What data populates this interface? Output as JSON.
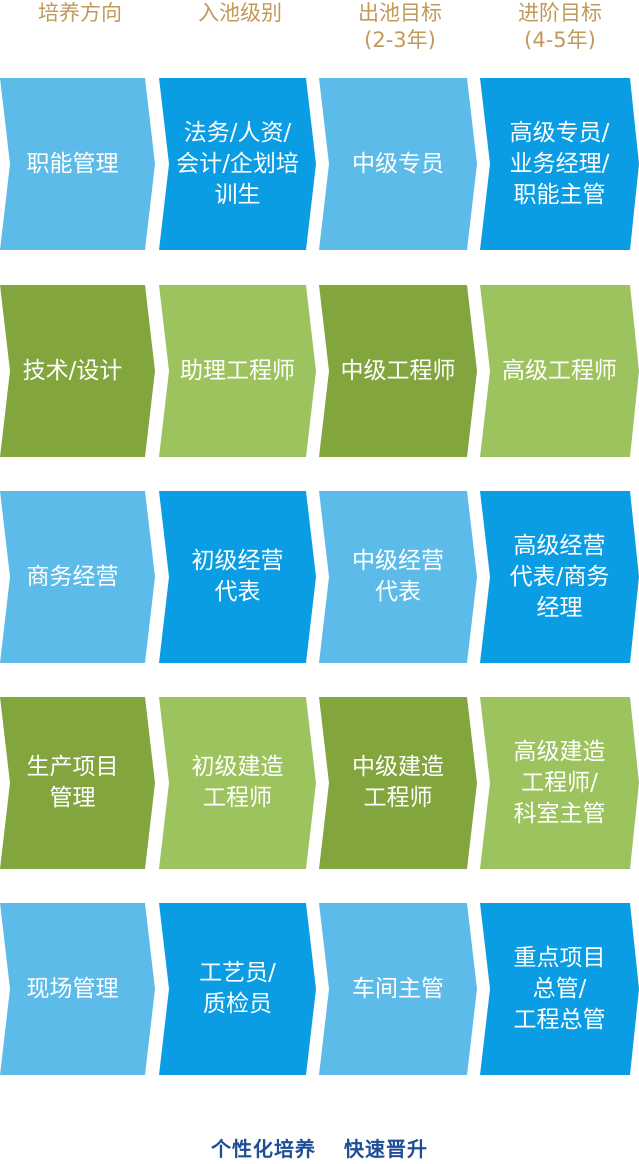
{
  "header": {
    "columns": [
      {
        "line1": "培养方向",
        "line2": ""
      },
      {
        "line1": "入池级别",
        "line2": ""
      },
      {
        "line1": "出池目标",
        "line2": "(2-3年)"
      },
      {
        "line1": "进阶目标",
        "line2": "(4-5年)"
      }
    ]
  },
  "colors": {
    "header_text": "#c19a5a",
    "light_blue": "#5dbbe9",
    "dark_blue": "#0a9de4",
    "dark_green": "#82a53e",
    "light_green": "#9dc35e",
    "footer_text": "#1f4e96"
  },
  "tracks": [
    {
      "name": "职能管理",
      "cells": [
        {
          "text": "职能管理",
          "color": "#5dbbe9"
        },
        {
          "text": "法务/人资/\n会计/企划培\n训生",
          "color": "#0a9de4"
        },
        {
          "text": "中级专员",
          "color": "#5dbbe9"
        },
        {
          "text": "高级专员/\n业务经理/\n职能主管",
          "color": "#0a9de4"
        }
      ]
    },
    {
      "name": "技术/设计",
      "cells": [
        {
          "text": "技术/设计",
          "color": "#82a53e"
        },
        {
          "text": "助理工程师",
          "color": "#9dc35e"
        },
        {
          "text": "中级工程师",
          "color": "#82a53e"
        },
        {
          "text": "高级工程师",
          "color": "#9dc35e"
        }
      ]
    },
    {
      "name": "商务经营",
      "cells": [
        {
          "text": "商务经营",
          "color": "#5dbbe9"
        },
        {
          "text": "初级经营\n代表",
          "color": "#0a9de4"
        },
        {
          "text": "中级经营\n代表",
          "color": "#5dbbe9"
        },
        {
          "text": "高级经营\n代表/商务\n经理",
          "color": "#0a9de4"
        }
      ]
    },
    {
      "name": "生产项目管理",
      "cells": [
        {
          "text": "生产项目\n管理",
          "color": "#82a53e"
        },
        {
          "text": "初级建造\n工程师",
          "color": "#9dc35e"
        },
        {
          "text": "中级建造\n工程师",
          "color": "#82a53e"
        },
        {
          "text": "高级建造\n工程师/\n科室主管",
          "color": "#9dc35e"
        }
      ]
    },
    {
      "name": "现场管理",
      "cells": [
        {
          "text": "现场管理",
          "color": "#5dbbe9"
        },
        {
          "text": "工艺员/\n质检员",
          "color": "#0a9de4"
        },
        {
          "text": "车间主管",
          "color": "#5dbbe9"
        },
        {
          "text": "重点项目\n总管/\n工程总管",
          "color": "#0a9de4"
        }
      ]
    }
  ],
  "footer": {
    "slogan": "个性化培养 快速晋升"
  }
}
